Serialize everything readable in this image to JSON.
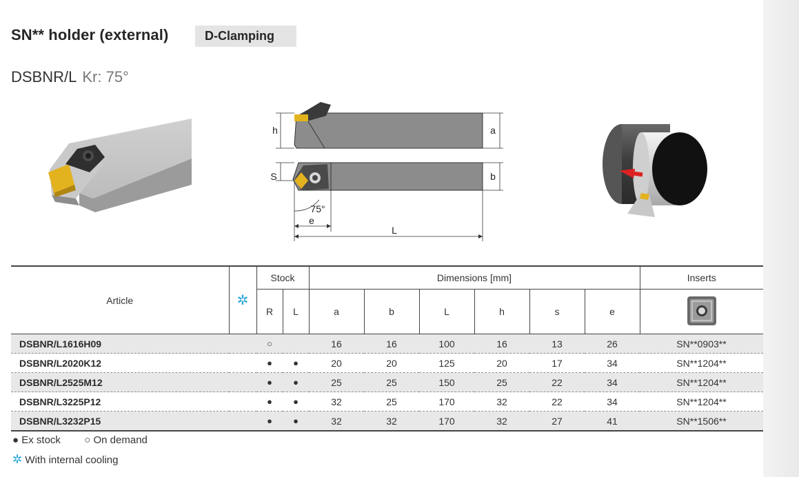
{
  "header": {
    "title": "SN** holder (external)",
    "clamping": "D-Clamping",
    "model": "DSBNR/L",
    "kr": "Kr: 75°"
  },
  "drawing_labels": {
    "h": "h",
    "a": "a",
    "s": "S",
    "b": "b",
    "angle": "75°",
    "e": "e",
    "L": "L"
  },
  "table": {
    "article_header": "Article",
    "cooling_symbol": "✲",
    "stock_header": "Stock",
    "dimensions_header": "Dimensions [mm]",
    "inserts_header": "Inserts",
    "stock_cols": [
      "R",
      "L"
    ],
    "dim_cols": [
      "a",
      "b",
      "L",
      "h",
      "s",
      "e"
    ],
    "rows": [
      {
        "article": "DSBNR/L1616H09",
        "r": "○",
        "l": "",
        "a": "16",
        "b": "16",
        "L": "100",
        "h": "16",
        "s": "13",
        "e": "26",
        "insert": "SN**0903**"
      },
      {
        "article": "DSBNR/L2020K12",
        "r": "●",
        "l": "●",
        "a": "20",
        "b": "20",
        "L": "125",
        "h": "20",
        "s": "17",
        "e": "34",
        "insert": "SN**1204**"
      },
      {
        "article": "DSBNR/L2525M12",
        "r": "●",
        "l": "●",
        "a": "25",
        "b": "25",
        "L": "150",
        "h": "25",
        "s": "22",
        "e": "34",
        "insert": "SN**1204**"
      },
      {
        "article": "DSBNR/L3225P12",
        "r": "●",
        "l": "●",
        "a": "32",
        "b": "25",
        "L": "170",
        "h": "32",
        "s": "22",
        "e": "34",
        "insert": "SN**1204**"
      },
      {
        "article": "DSBNR/L3232P15",
        "r": "●",
        "l": "●",
        "a": "32",
        "b": "32",
        "L": "170",
        "h": "32",
        "s": "27",
        "e": "41",
        "insert": "SN**1506**"
      }
    ]
  },
  "legend": {
    "ex_stock_symbol": "●",
    "ex_stock": "Ex stock",
    "on_demand_symbol": "○",
    "on_demand": "On demand",
    "cooling_symbol": "✲",
    "cooling": "With internal cooling"
  },
  "icons": {
    "cooling": "snowflake-icon",
    "insert": "square-insert-icon"
  },
  "colors": {
    "cooling": "#2aa7d8",
    "insert_gold": "#e3b21f",
    "row_shade": "#e8e8e8"
  }
}
